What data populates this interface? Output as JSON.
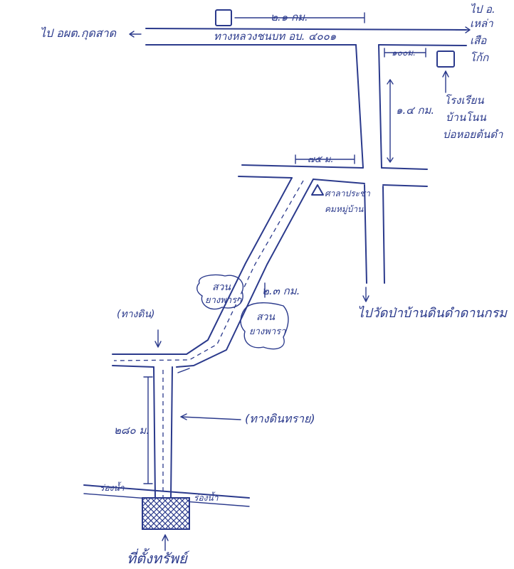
{
  "labels": {
    "to_left": "ไป อผต.กุดสาด",
    "main_road": "ทางหลวงชนบท อบ. ๔๐๐๑",
    "dist_top": "๒.๑ กม.",
    "to_right_line1": "ไป อ.",
    "to_right_line2": "เหล่า",
    "to_right_line3": "เสือ",
    "to_right_line4": "โก้ก",
    "dist_100": "๑๐๐ม.",
    "school_line1": "โรงเรียน",
    "school_line2": "บ้านโนน",
    "school_line3": "บ่อหอยต้นดำ",
    "dist_1_4": "๑.๔ กม.",
    "dist_75": "๗๕ ม.",
    "shrine_line1": "ศาลาประชา",
    "shrine_line2": "คมหมู่บ้าน",
    "to_bottom": "ไปวัดป่าบ้านดินดำดานกรม",
    "orchard1_line1": "สวน",
    "orchard1_line2": "ยางพารา",
    "orchard2_line1": "สวน",
    "orchard2_line2": "ยางพารา",
    "dist_2_3": "๒.๓ กม.",
    "dirt_road": "(ทางดิน)",
    "dist_280": "๒๘๐ ม.",
    "rut_road": "(ทางดินทราย)",
    "ditch_left": "ร่องน้ำ",
    "ditch_right": "ร่องน้ำ",
    "site": "ที่ตั้งทรัพย์"
  },
  "colors": {
    "ink": "#2b3a8c",
    "paper": "#ffffff"
  }
}
